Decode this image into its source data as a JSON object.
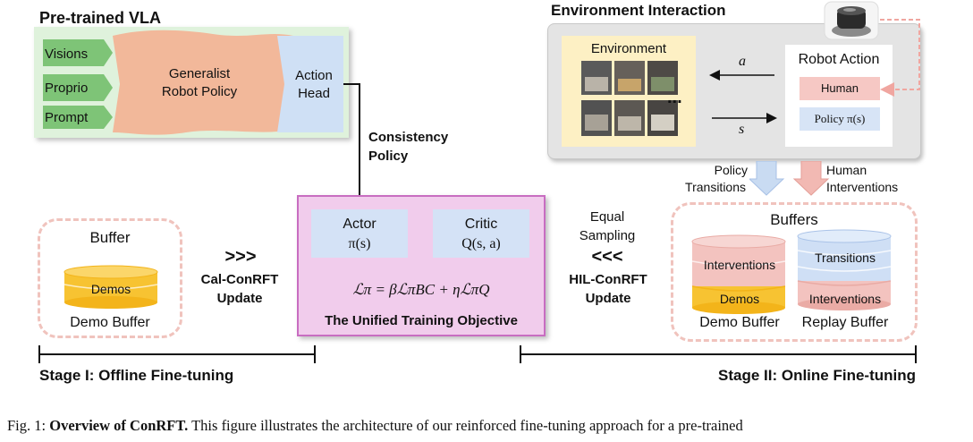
{
  "vla": {
    "title": "Pre-trained VLA",
    "inputs": [
      "Visions",
      "Proprio",
      "Prompt"
    ],
    "policy": [
      "Generalist",
      "Robot Policy"
    ],
    "head": [
      "Action",
      "Head"
    ]
  },
  "consistency": [
    "Consistency",
    "Policy"
  ],
  "env": {
    "title": "Environment Interaction",
    "environment_label": "Environment",
    "ellipsis": "...",
    "arrow_a": "a",
    "arrow_s": "s",
    "robot_action": "Robot Action",
    "human": "Human",
    "policy": "Policy π(s)"
  },
  "transitions": {
    "policy": [
      "Policy",
      "Transitions"
    ],
    "human": [
      "Human",
      "Interventions"
    ]
  },
  "buffer_left": {
    "title": "Buffer",
    "demos": "Demos",
    "caption": "Demo Buffer"
  },
  "cal": {
    "chevrons": ">>>",
    "label": [
      "Cal-ConRFT",
      "Update"
    ]
  },
  "objective": {
    "actor": [
      "Actor",
      "π(s)"
    ],
    "critic": [
      "Critic",
      "Q(s, a)"
    ],
    "formula": "ℒπ = βℒπBC + ηℒπQ",
    "title": "The Unified Training Objective"
  },
  "hil": {
    "sampling": [
      "Equal",
      "Sampling"
    ],
    "chevrons": "<<<",
    "label": [
      "HIL-ConRFT",
      "Update"
    ]
  },
  "buffers_right": {
    "title": "Buffers",
    "demo_stack": [
      "Interventions",
      "Demos"
    ],
    "demo_caption": "Demo Buffer",
    "replay_stack": [
      "Transitions",
      "Interventions"
    ],
    "replay_caption": "Replay Buffer"
  },
  "stages": {
    "stage1": "Stage I: Offline Fine-tuning",
    "stage2": "Stage II: Online Fine-tuning"
  },
  "caption": {
    "prefix": "Fig. 1: ",
    "bold": "Overview of ConRFT.",
    "rest": " This figure illustrates the architecture of our reinforced fine-tuning approach for a pre-trained"
  },
  "colors": {
    "vla_bg": "#dff2dc",
    "input_green": "#7ec477",
    "policy_orange": "#f2b89a",
    "head_blue": "#cfe0f5",
    "objective_pink": "#f1ccec",
    "objective_border": "#c86dc1",
    "actor_blue": "#d4e2f6",
    "env_gray": "#e4e4e4",
    "env_yellow": "#fdf0c4",
    "human_pink": "#f6c8c4",
    "policy_blue": "#d7e4f6",
    "demo_yellow": "#f7c332",
    "intervention_pink": "#f3c3bf",
    "transition_blue": "#cfdff5",
    "dash_pink": "#f0c3bd"
  }
}
